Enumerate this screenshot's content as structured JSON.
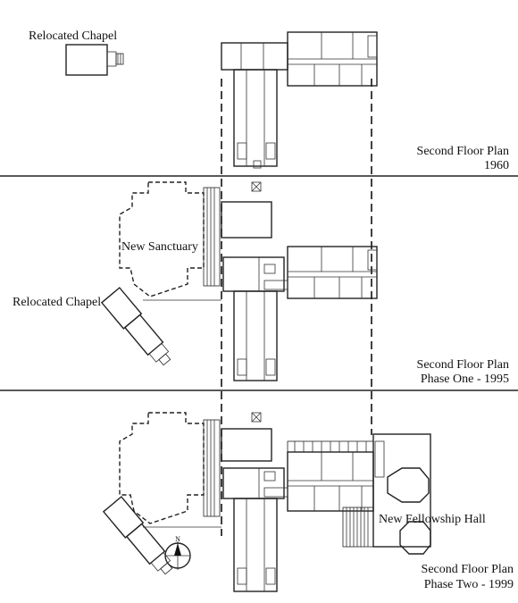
{
  "labels": {
    "relocated_chapel_top": "Relocated Chapel",
    "relocated_chapel_mid": "Relocated Chapel",
    "new_sanctuary": "New Sanctuary",
    "new_fellowship_hall": "New Fellowship Hall"
  },
  "sections": [
    {
      "title": "Second Floor Plan",
      "subtitle": "1960"
    },
    {
      "title": "Second Floor Plan",
      "subtitle": "Phase One - 1995"
    },
    {
      "title": "Second Floor Plan",
      "subtitle": "Phase Two - 1999"
    }
  ],
  "north_arrow": {
    "letter": "N"
  }
}
